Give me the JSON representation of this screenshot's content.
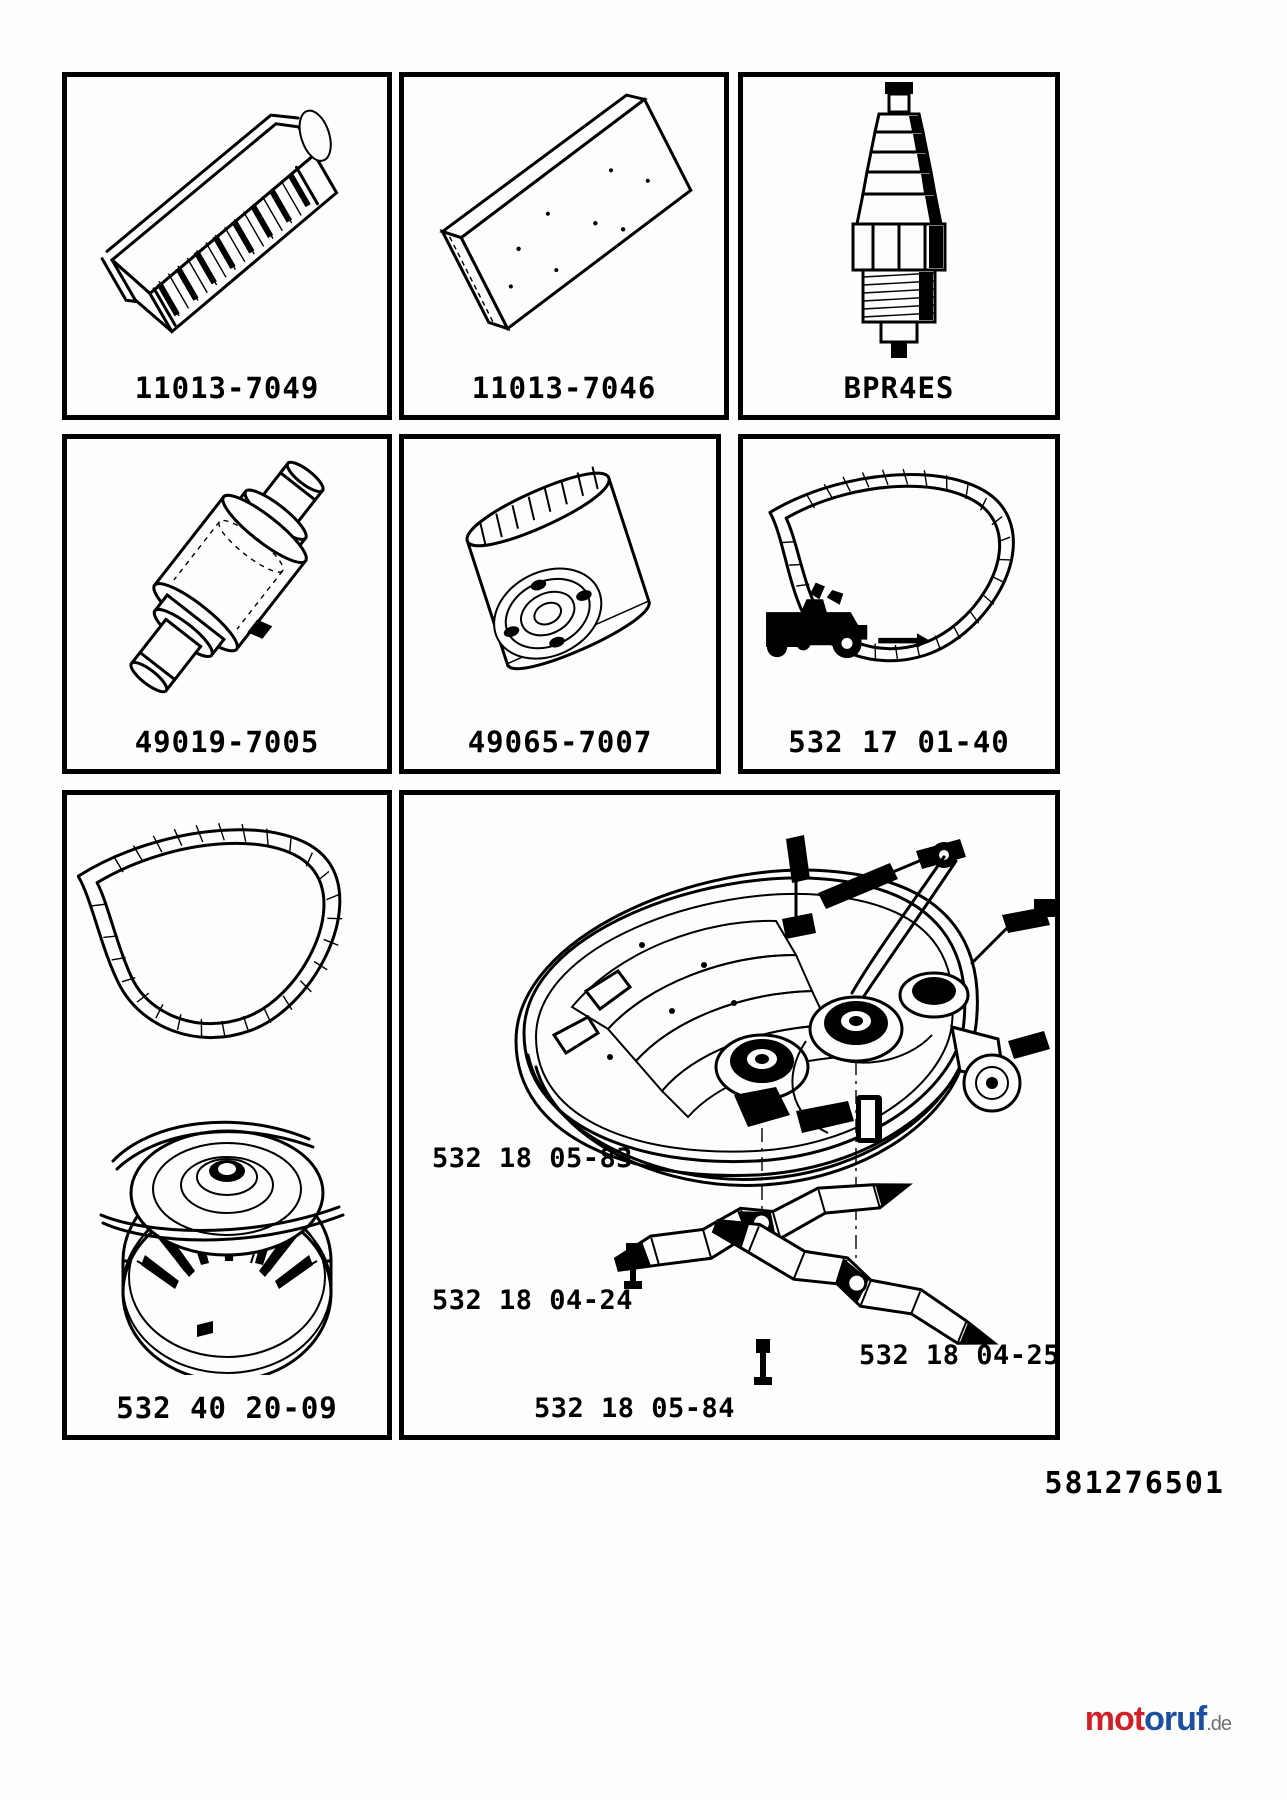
{
  "document": {
    "type": "illustrated-parts-diagram",
    "footer_code": "581276501",
    "background": "#fdfdfb",
    "line_color": "#000000"
  },
  "panels": [
    {
      "id": "air-filter-primary",
      "part_number": "11013-7049",
      "item": "primary air filter element",
      "row": 1,
      "col": 1
    },
    {
      "id": "air-filter-pre",
      "part_number": "11013-7046",
      "item": "pre-cleaner air filter foam",
      "row": 1,
      "col": 2
    },
    {
      "id": "spark-plug",
      "part_number": "BPR4ES",
      "item": "spark plug",
      "row": 1,
      "col": 3
    },
    {
      "id": "fuel-filter",
      "part_number": "49019-7005",
      "item": "in-line fuel filter",
      "row": 2,
      "col": 1
    },
    {
      "id": "oil-filter",
      "part_number": "49065-7007",
      "item": "engine oil filter",
      "row": 2,
      "col": 2
    },
    {
      "id": "drive-belt",
      "part_number": "532 17 01-40",
      "item": "transmission drive belt",
      "row": 2,
      "col": 3
    },
    {
      "id": "deck-belt",
      "part_number": "",
      "item": "mower deck belt",
      "row": 3,
      "col": 1
    },
    {
      "id": "electric-clutch",
      "part_number": "532 40 20-09",
      "item": "electric PTO clutch",
      "row": 3,
      "col": 1
    }
  ],
  "deck_assembly": {
    "id": "mower-deck",
    "labels": [
      {
        "id": "deck-housing",
        "part_number": "532 18 05-83"
      },
      {
        "id": "blade-left",
        "part_number": "532 18 04-24"
      },
      {
        "id": "blade-right",
        "part_number": "532 18 04-25"
      },
      {
        "id": "blade-center",
        "part_number": "532 18 05-84"
      }
    ]
  },
  "watermark": {
    "word_1": "mot",
    "word_2": "oruf",
    "suffix": ".de",
    "color_1": "#cf2027",
    "color_2": "#1d4fa0",
    "color_3": "#6f6f6f"
  }
}
